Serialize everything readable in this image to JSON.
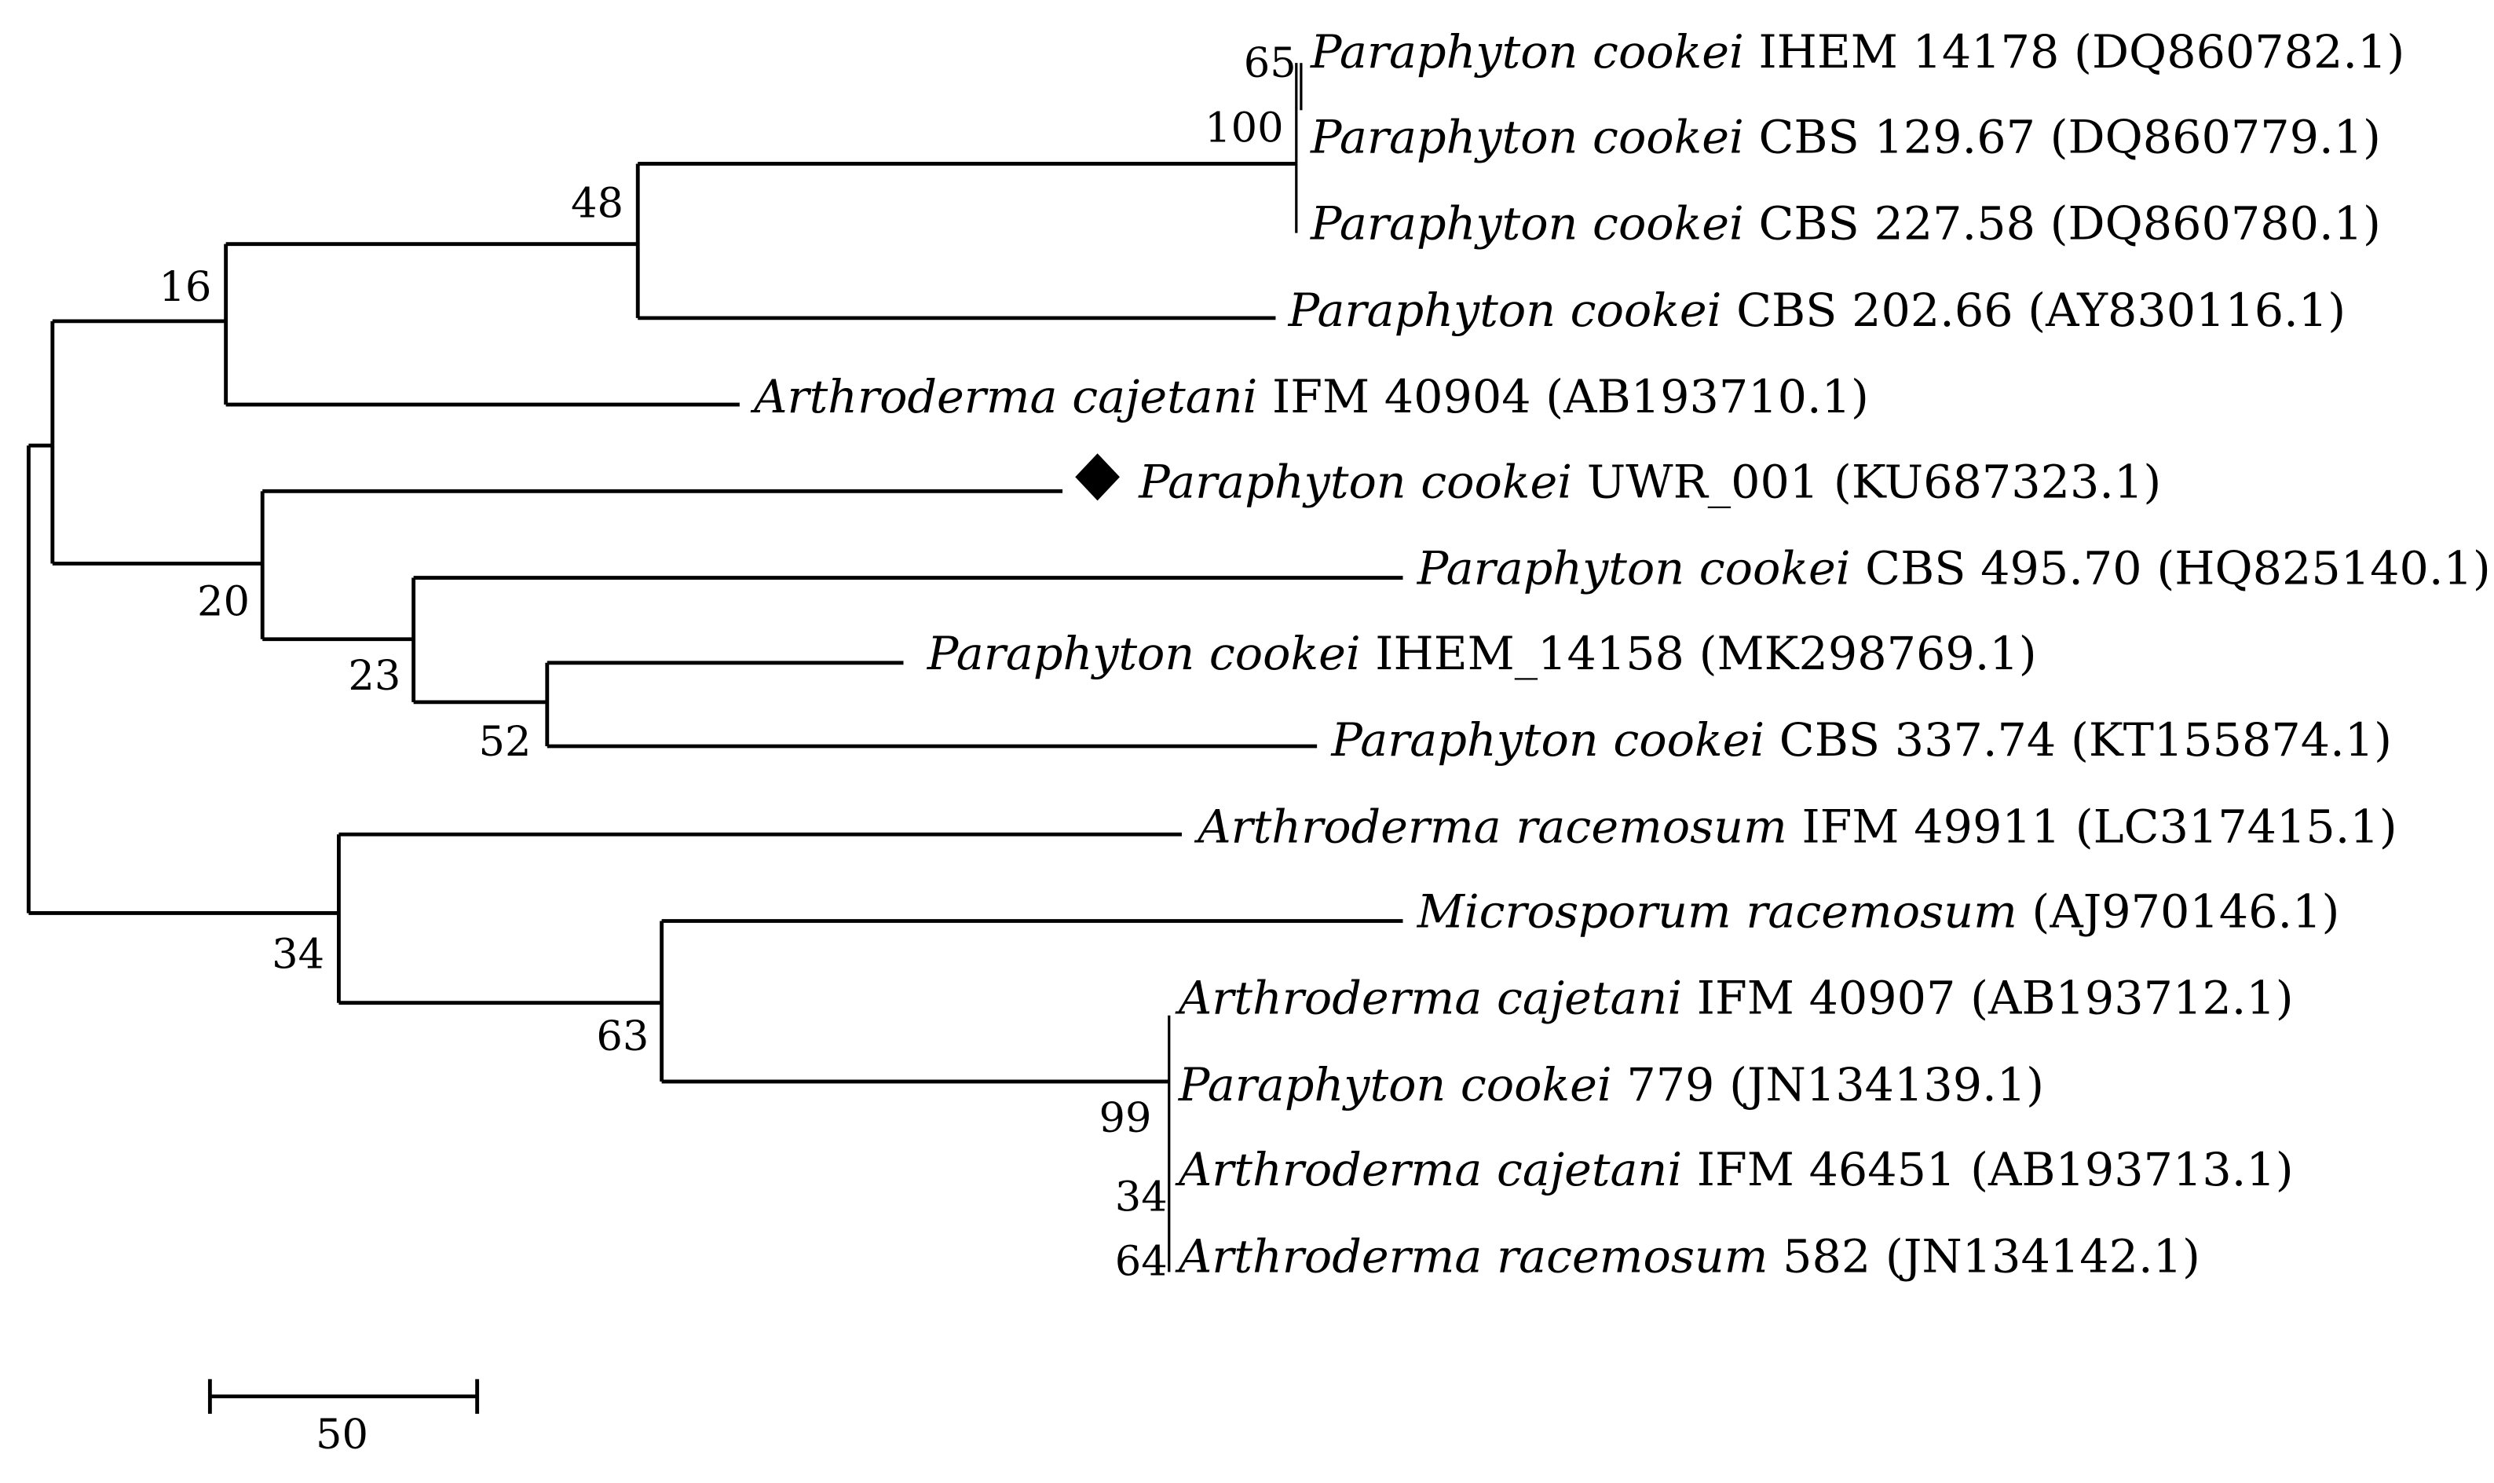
{
  "figure": {
    "type": "phylogenetic-tree",
    "taxa": [
      {
        "species": "Paraphyton cookei",
        "strain": "IHEM 14178",
        "accession": "(DQ860782.1)"
      },
      {
        "species": "Paraphyton cookei",
        "strain": "CBS 129.67",
        "accession": "(DQ860779.1)"
      },
      {
        "species": "Paraphyton cookei",
        "strain": "CBS 227.58",
        "accession": "(DQ860780.1)"
      },
      {
        "species": "Paraphyton cookei",
        "strain": "CBS 202.66",
        "accession": "(AY830116.1)"
      },
      {
        "species": "Arthroderma cajetani",
        "strain": "IFM 40904",
        "accession": "(AB193710.1)"
      },
      {
        "species": "Paraphyton cookei",
        "strain": "UWR_001",
        "accession": "(KU687323.1)",
        "marker": "diamond"
      },
      {
        "species": "Paraphyton cookei",
        "strain": "CBS 495.70",
        "accession": "(HQ825140.1)"
      },
      {
        "species": "Paraphyton cookei",
        "strain": "IHEM_14158",
        "accession": "(MK298769.1)"
      },
      {
        "species": "Paraphyton cookei",
        "strain": "CBS 337.74",
        "accession": "(KT155874.1)"
      },
      {
        "species": "Arthroderma racemosum",
        "strain": "IFM 49911",
        "accession": "(LC317415.1)"
      },
      {
        "species": "Microsporum racemosum",
        "strain": "",
        "accession": "(AJ970146.1)"
      },
      {
        "species": "Arthroderma cajetani",
        "strain": "IFM 40907",
        "accession": "(AB193712.1)"
      },
      {
        "species": "Paraphyton cookei",
        "strain": "779",
        "accession": "(JN134139.1)"
      },
      {
        "species": "Arthroderma cajetani",
        "strain": "IFM 46451",
        "accession": "(AB193713.1)"
      },
      {
        "species": "Arthroderma racemosum",
        "strain": "582",
        "accession": "(JN134142.1)"
      }
    ],
    "bootstrap": {
      "n65": "65",
      "n100": "100",
      "n48": "48",
      "n16": "16",
      "n20": "20",
      "n23": "23",
      "n52": "52",
      "n34a": "34",
      "n63": "63",
      "n99": "99",
      "n34b": "34",
      "n64": "64"
    },
    "scale_bar": {
      "label": "50"
    }
  }
}
